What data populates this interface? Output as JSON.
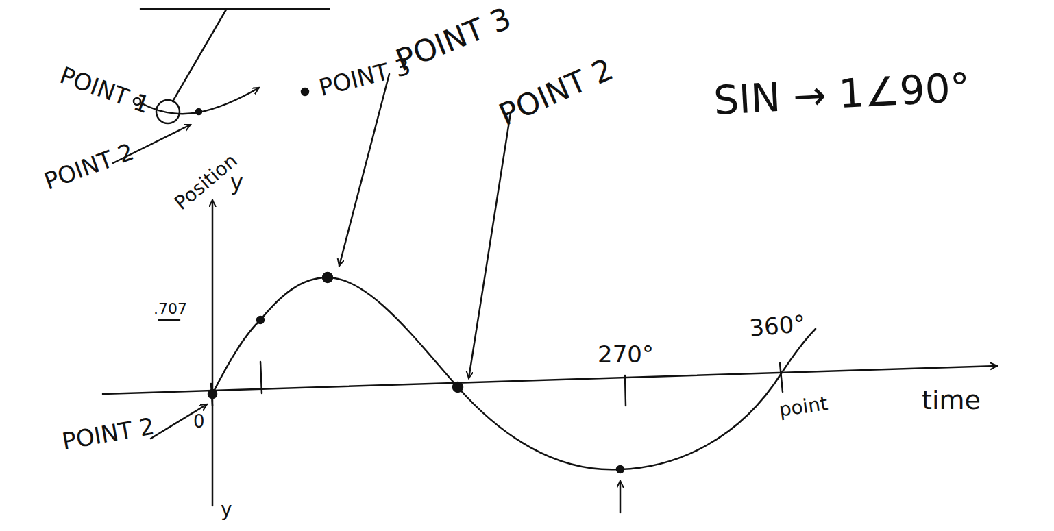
{
  "diagram": {
    "labels": [
      "POINT 1",
      "POINT 3",
      "POINT 2",
      "Position",
      "y",
      "POINT 3",
      "POINT 2",
      ".707",
      "270°",
      "360°",
      "SIN → 1∠90°",
      "time",
      "0",
      "POINT 2",
      "point",
      "y"
    ]
  }
}
